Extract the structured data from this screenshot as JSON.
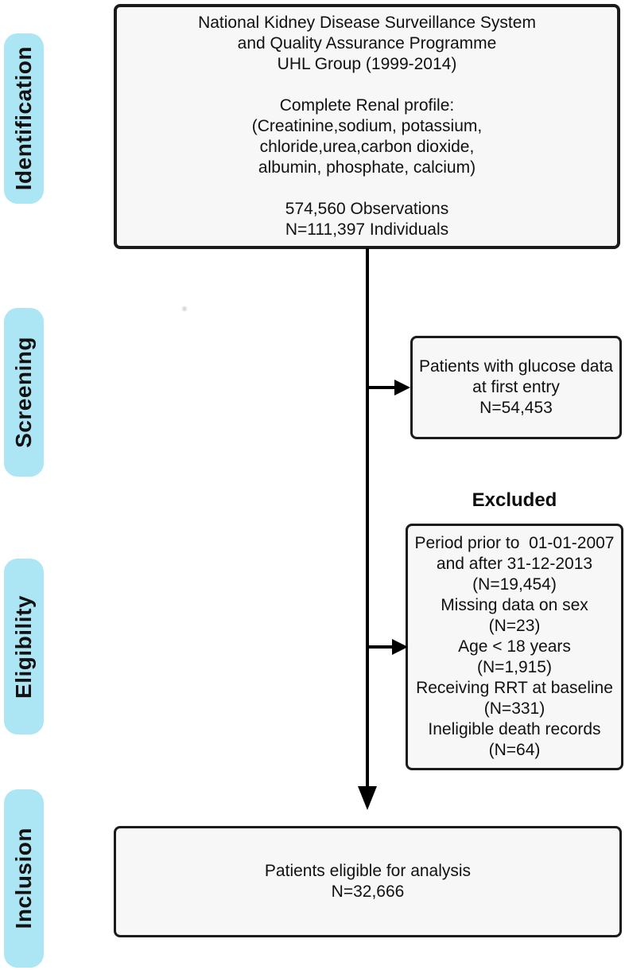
{
  "stages": [
    {
      "label": "Identification"
    },
    {
      "label": "Screening"
    },
    {
      "label": "Eligibility"
    },
    {
      "label": "Inclusion"
    }
  ],
  "source_box": {
    "lines": [
      "National Kidney Disease Surveillance System",
      "and Quality Assurance Programme",
      "UHL Group (1999-2014)",
      "",
      "Complete Renal profile:",
      "(Creatinine,sodium, potassium,",
      "chloride,urea,carbon dioxide,",
      "albumin, phosphate, calcium)",
      "",
      "574,560 Observations",
      "N=111,397 Individuals"
    ]
  },
  "screening_box": {
    "lines": [
      "Patients with glucose data",
      "at first entry",
      "N=54,453"
    ]
  },
  "exclusion": {
    "title": "Excluded",
    "lines": [
      "Period prior to  01-01-2007",
      "and after 31-12-2013",
      "(N=19,454)",
      "Missing data on sex",
      "(N=23)",
      "Age < 18 years",
      "(N=1,915)",
      "Receiving RRT at baseline",
      "(N=331)",
      "Ineligible death records",
      "(N=64)"
    ]
  },
  "inclusion_box": {
    "lines": [
      "Patients eligible for analysis",
      "N=32,666"
    ]
  },
  "colors": {
    "stage_pill": "#ace6f5",
    "box_fill": "#f7f7f7",
    "box_border": "#1b1b1b",
    "arrow": "#000000"
  }
}
